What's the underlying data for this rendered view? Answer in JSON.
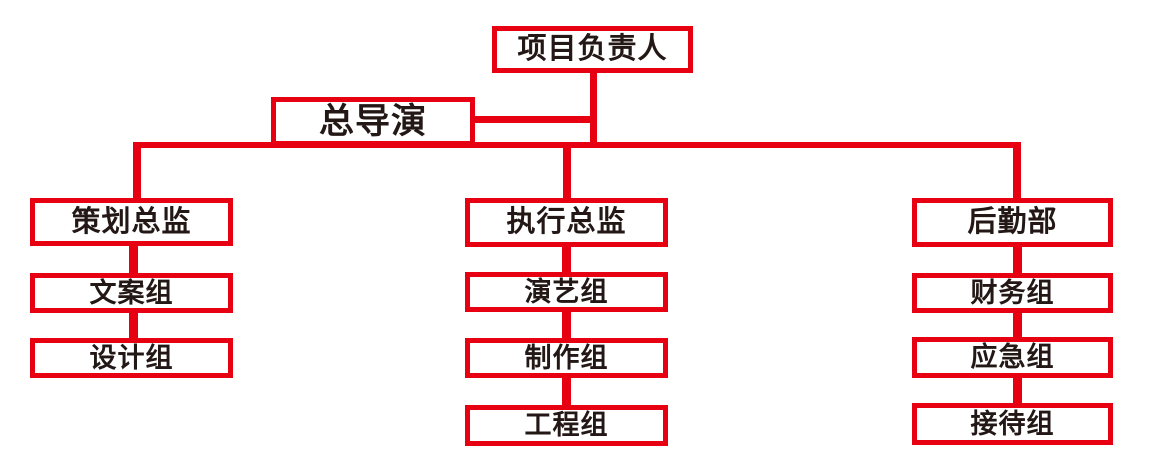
{
  "colors": {
    "line_red": "#e60012",
    "box_border_red": "#e60012",
    "text_black": "#231815",
    "background": "#ffffff"
  },
  "org_chart": {
    "root": {
      "label": "项目负责人"
    },
    "deputy": {
      "label": "总导演"
    },
    "branches": [
      {
        "head": {
          "label": "策划总监"
        },
        "teams": [
          {
            "label": "文案组"
          },
          {
            "label": "设计组"
          }
        ]
      },
      {
        "head": {
          "label": "执行总监"
        },
        "teams": [
          {
            "label": "演艺组"
          },
          {
            "label": "制作组"
          },
          {
            "label": "工程组"
          }
        ]
      },
      {
        "head": {
          "label": "后勤部"
        },
        "teams": [
          {
            "label": "财务组"
          },
          {
            "label": "应急组"
          },
          {
            "label": "接待组"
          }
        ]
      }
    ]
  }
}
